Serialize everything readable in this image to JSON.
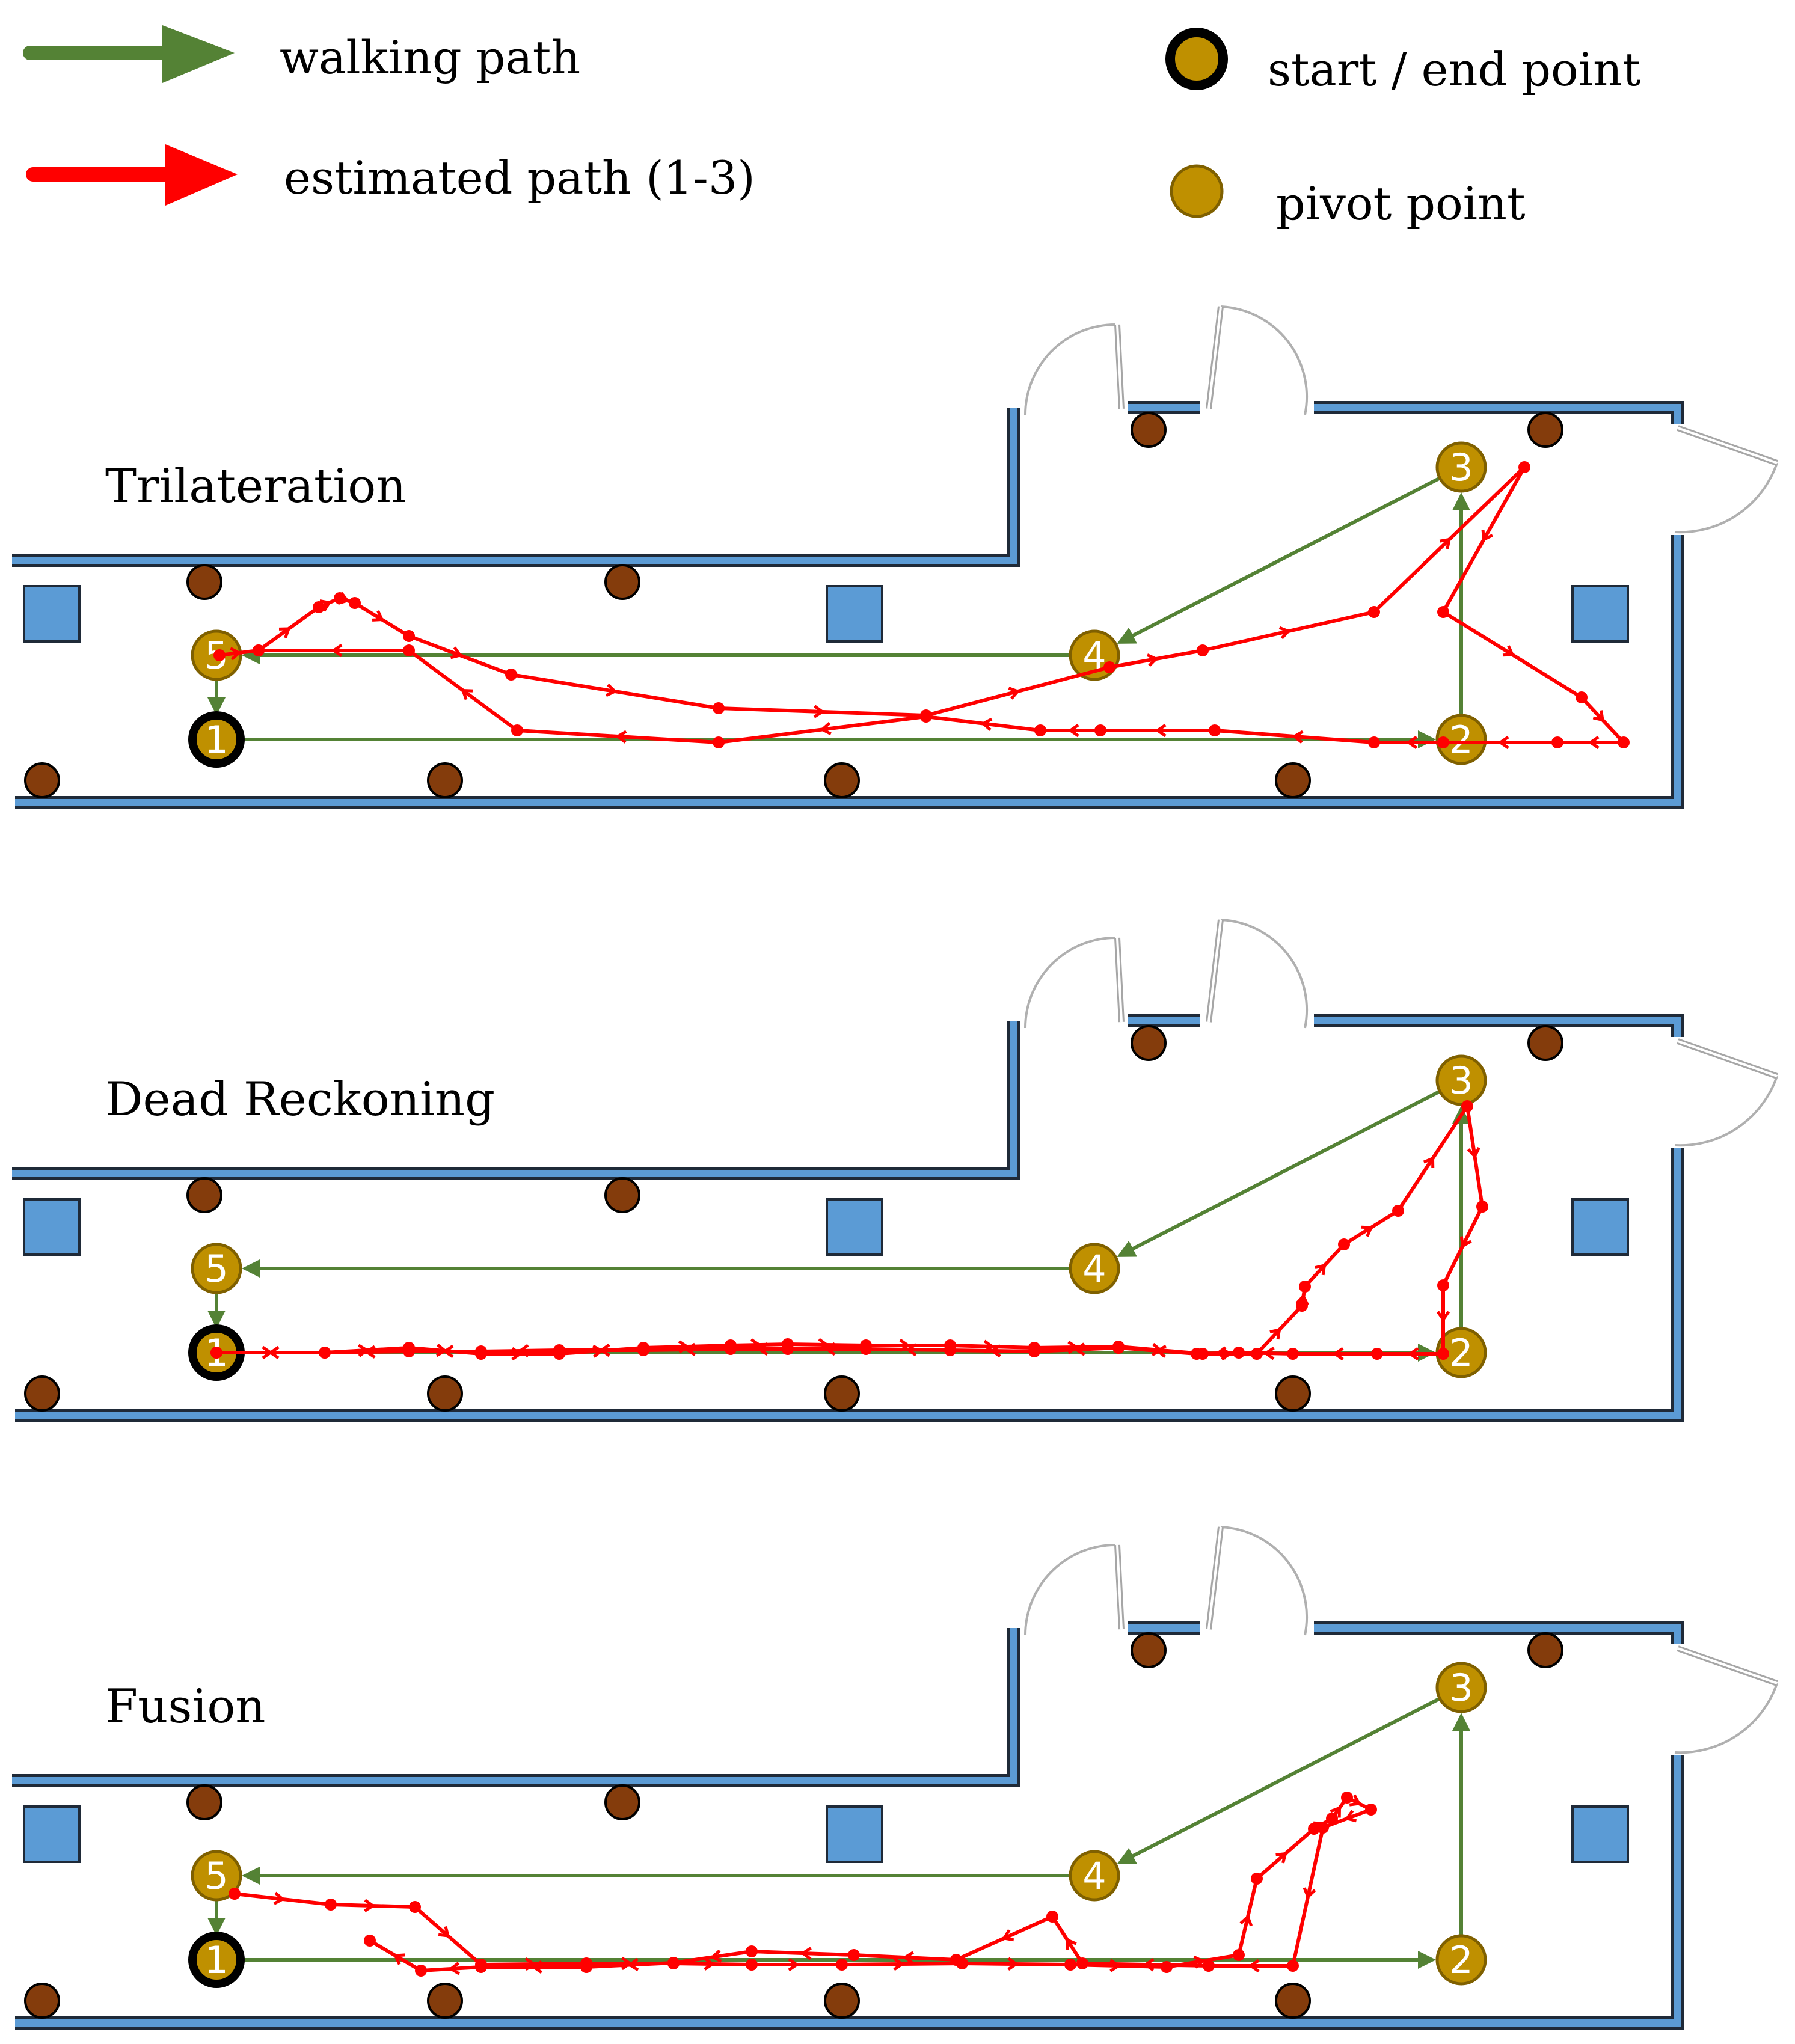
{
  "legend": {
    "walking_path": "walking path",
    "estimated_path": "estimated path (1-3)",
    "start_end_point": "start / end point",
    "pivot_point": "pivot point"
  },
  "colors": {
    "walking_path": "#548235",
    "estimated_path": "#ff0000",
    "pivot_fill": "#bf9000",
    "pivot_stroke": "#7f6000",
    "wall": "#5b9bd5",
    "beacon": "#843c0c"
  },
  "panels": [
    {
      "title": "Trilateration"
    },
    {
      "title": "Dead Reckoning"
    },
    {
      "title": "Fusion"
    }
  ],
  "points": [
    "1",
    "2",
    "3",
    "4",
    "5"
  ]
}
